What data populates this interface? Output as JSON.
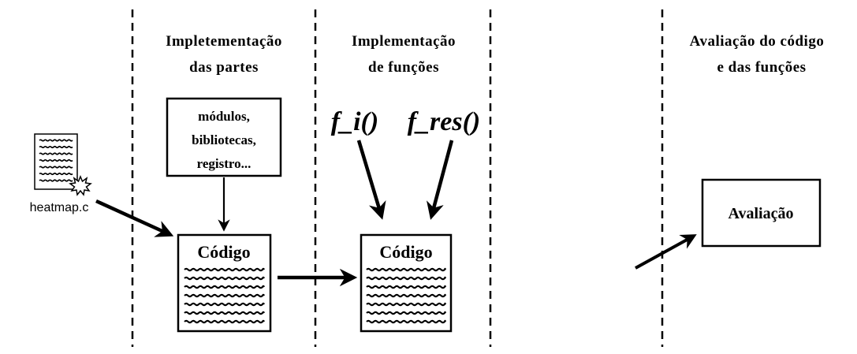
{
  "columns": {
    "parts": {
      "line1": "Impletementação",
      "line2": "das partes"
    },
    "functions": {
      "line1": "Implementação",
      "line2": "de funções"
    },
    "evaluation": {
      "line1": "Avaliação do código",
      "line2": "e das funções"
    }
  },
  "file": {
    "label": "heatmap.c"
  },
  "libraries_box": {
    "line1": "módulos,",
    "line2": "bibliotecas,",
    "line3": "registro..."
  },
  "code_box_1": {
    "title": "Código"
  },
  "code_box_2": {
    "title": "Código"
  },
  "functions": {
    "f1": "f_i()",
    "f2": "f_res()"
  },
  "evaluation_box": {
    "label": "Avaliação"
  }
}
